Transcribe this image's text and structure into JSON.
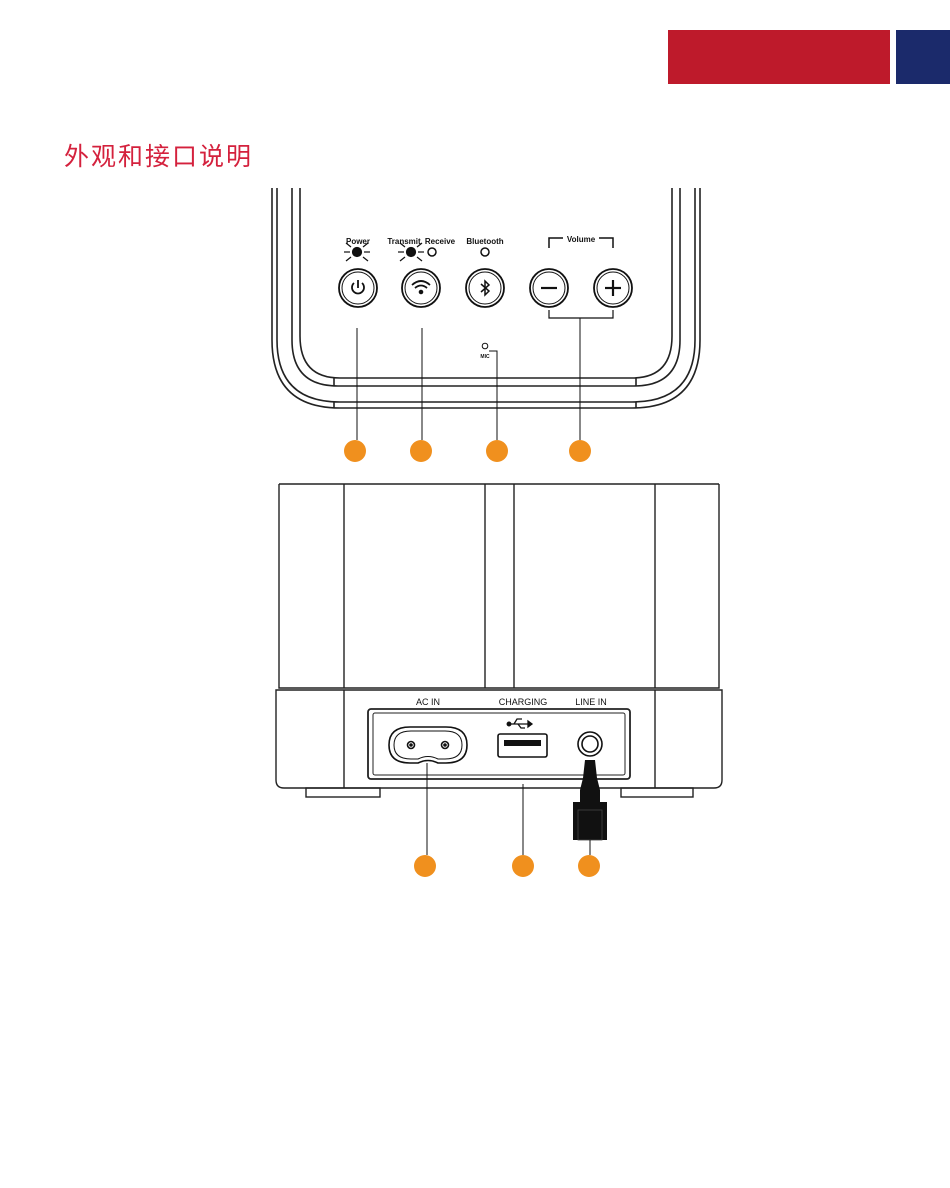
{
  "header": {
    "accent_color": "#be1a2b",
    "secondary_color": "#1b2a6b"
  },
  "section_title": "外观和接口说明",
  "top_panel": {
    "labels": {
      "power": "Power",
      "transmit": "Transmit",
      "receive": "Receive",
      "bluetooth": "Bluetooth",
      "volume": "Volume",
      "mic": "MIC"
    },
    "buttons": [
      "power-icon",
      "wifi-icon",
      "bluetooth-icon",
      "minus-icon",
      "plus-icon"
    ],
    "callouts": 4
  },
  "rear_panel": {
    "labels": {
      "ac_in": "AC IN",
      "charging": "CHARGING",
      "line_in": "LINE IN"
    },
    "callouts": 3
  },
  "callout_color": "#f0901e"
}
